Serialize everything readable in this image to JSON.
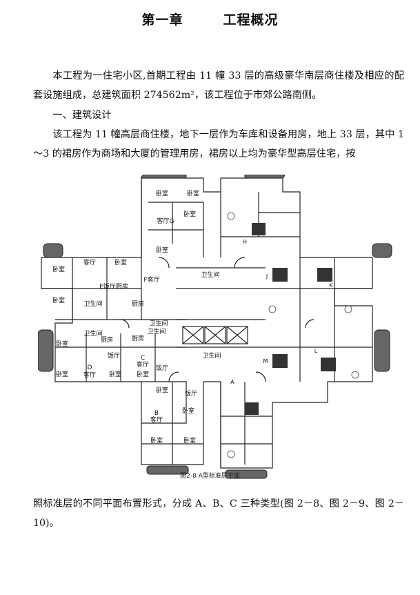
{
  "chapter": {
    "number": "第一章",
    "name": "工程概况"
  },
  "paragraphs": {
    "intro": "本工程为一住宅小区,首期工程由 11 幢 33 层的高级豪华南层商住楼及相应的配套设施组成，总建筑面积 274562m²，该工程位于市郊公路南侧。",
    "section_heading": "一、建筑设计",
    "design": "该工程为 11 幢高层商住楼，地下一层作为车库和设备用房，地上 33 层，其中 1～3 的裙房作为商场和大厦的管理用房，裙房以上均为豪华型高层住宅，按",
    "continuation": "照标准层的不同平面布置形式，分成 A、B、C 三种类型(图 2－8、图 2－9、图 2－10)。"
  },
  "figure": {
    "caption": "图2-8 A型标准层平面",
    "labels": {
      "bedroom": "卧室",
      "living": "客厅",
      "kitchen": "厨房",
      "dining": "饭厅",
      "wc": "卫生间",
      "living_g": "客厅G",
      "living_f": "F客厅",
      "dining_kitchen_e": "E饭厅厨房",
      "unit_a": "A",
      "unit_b": "B",
      "unit_c": "C",
      "unit_d": "D",
      "unit_h": "H",
      "unit_j": "J",
      "unit_k": "K",
      "unit_l": "L",
      "unit_m": "M"
    }
  }
}
